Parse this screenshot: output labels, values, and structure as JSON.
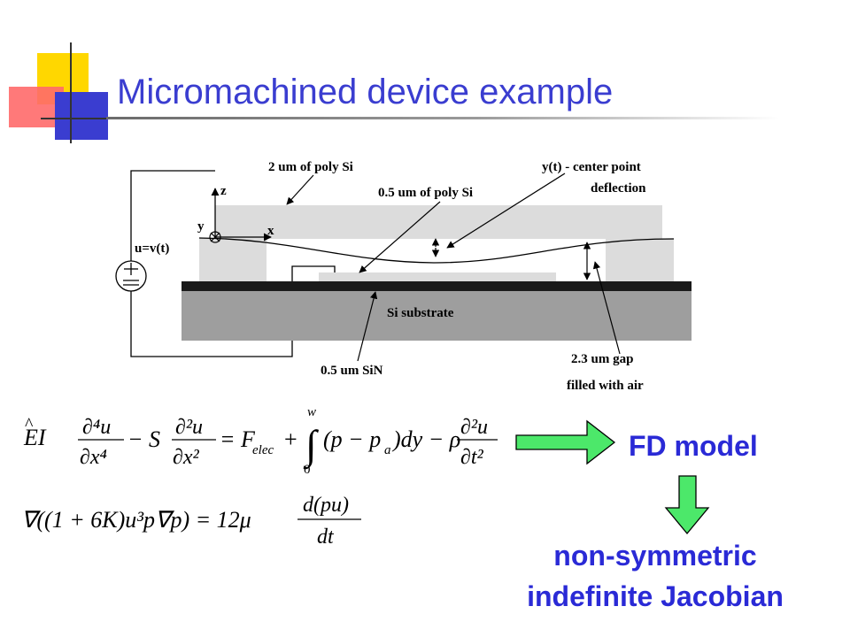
{
  "slide": {
    "title": "Micromachined device example"
  },
  "diagram": {
    "labels": {
      "poly_si_2um": "2 um of poly Si",
      "poly_si_05um": "0.5 um of poly Si",
      "center_deflection_line1": "y(t) - center point",
      "center_deflection_line2": "deflection",
      "axis_z": "z",
      "axis_y": "y",
      "axis_x": "x",
      "voltage": "u=v(t)",
      "substrate": "Si substrate",
      "sin": "0.5 um SiN",
      "gap_line1": "2.3 um gap",
      "gap_line2": "filled with air"
    }
  },
  "equations": {
    "beam": {
      "EI": "EI",
      "hat": "^",
      "d4u": "∂⁴u",
      "dx4": "∂x⁴",
      "minus_S": "− S",
      "d2u": "∂²u",
      "dx2": "∂x²",
      "eq_F": "= F",
      "elec": "elec",
      "plus": "+",
      "integral": "∫",
      "upper": "w",
      "lower": "0",
      "integrand": "(p − p",
      "sub_a": "a",
      "dy": ")dy − ρ",
      "d2u_t": "∂²u",
      "dt2": "∂t²"
    },
    "reynolds": {
      "lhs": "∇((1 + 6K)u³p∇p) = 12μ",
      "num": "d(pu)",
      "den": "dt"
    }
  },
  "fd_model": "FD model",
  "result": {
    "line1": "non-symmetric",
    "line2": "indefinite Jacobian"
  },
  "colors": {
    "title": "#3a3dd0",
    "blue_text": "#2a2ad6",
    "arrow_green": "#4ce86a",
    "layer_gray": "#dcdcdc",
    "substrate_gray": "#9e9e9e"
  }
}
